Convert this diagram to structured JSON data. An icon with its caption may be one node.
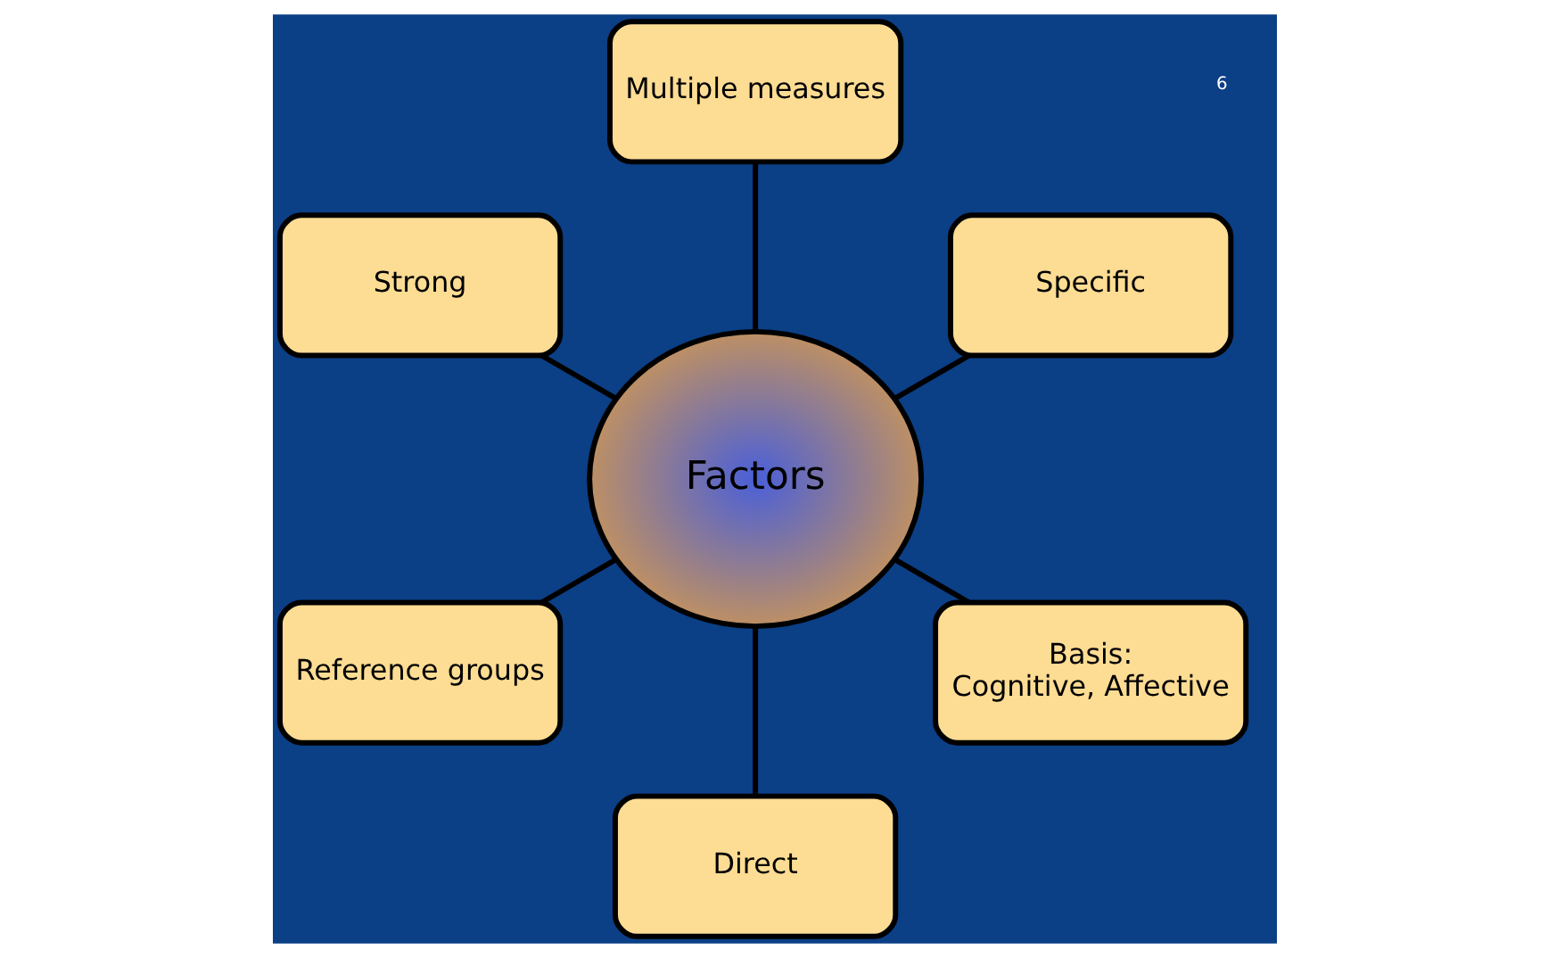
{
  "diagram": {
    "nodes": [
      {
        "text": [
          "Factors"
        ]
      },
      {
        "text": [
          "Specific"
        ]
      },
      {
        "text": [
          "Multiple measures"
        ]
      },
      {
        "text": [
          "Strong"
        ]
      },
      {
        "text": [
          "Reference groups"
        ]
      },
      {
        "text": [
          "Direct"
        ]
      },
      {
        "text": [
          "Basis:",
          "Cognitive, Affective"
        ]
      }
    ],
    "edges": [
      {
        "from": 0,
        "to": 1,
        "arrow": "none"
      },
      {
        "from": 0,
        "to": 2,
        "arrow": "none"
      },
      {
        "from": 0,
        "to": 3,
        "arrow": "none"
      },
      {
        "from": 0,
        "to": 4,
        "arrow": "none"
      },
      {
        "from": 0,
        "to": 5,
        "arrow": "none"
      },
      {
        "from": 0,
        "to": 6,
        "arrow": "none"
      }
    ],
    "labels": [
      "6"
    ]
  }
}
